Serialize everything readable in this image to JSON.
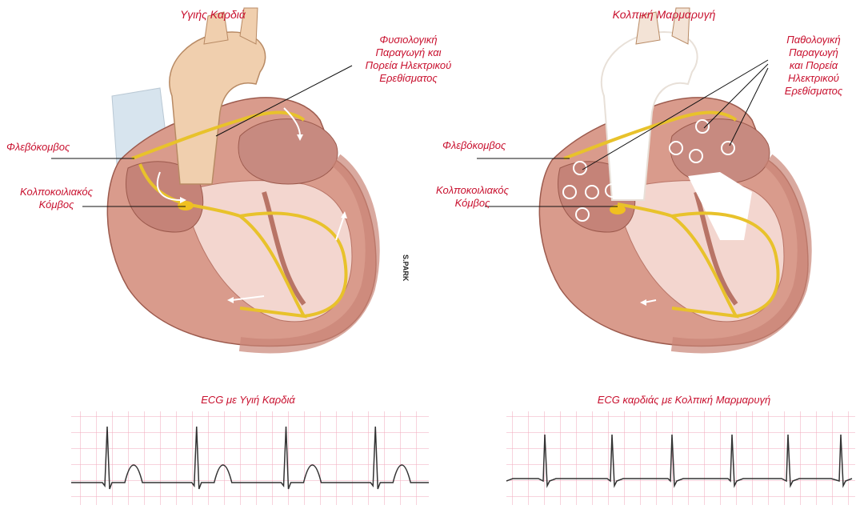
{
  "healthy": {
    "title": "Υγιής Καρδιά",
    "annotation": [
      "Φυσιολογική",
      "Παραγωγή και",
      "Πορεία Ηλεκτρικού",
      "Ερεθίσματος"
    ],
    "sa_node": "Φλεβόκομβος",
    "av_node": [
      "Κολποκοιλιακός",
      "Κόμβος"
    ],
    "signature": "S.PARK"
  },
  "afib": {
    "title": "Κολπική Μαρμαρυγή",
    "annotation": [
      "Παθολογική",
      "Παραγωγή",
      "και Πορεία",
      "Ηλεκτρικού",
      "Ερεθίσματος"
    ],
    "sa_node": "Φλεβόκομβος",
    "av_node": [
      "Κολποκοιλιακός",
      "Κόμβος"
    ]
  },
  "ecg_healthy": {
    "title": "ECG με Υγιή Καρδιά",
    "beats": 4,
    "rhythm": "regular"
  },
  "ecg_afib": {
    "title": "ECG καρδιάς με Κολπική Μαρμαρυγή",
    "beats": 6,
    "rhythm": "irregular"
  },
  "colors": {
    "label_red": "#c8102e",
    "grid_pink": "#f2a7bb",
    "trace": "#333333",
    "conduction_yellow": "#e8c22b",
    "myocardium": "#c98576",
    "aorta": "#f0cfae"
  }
}
